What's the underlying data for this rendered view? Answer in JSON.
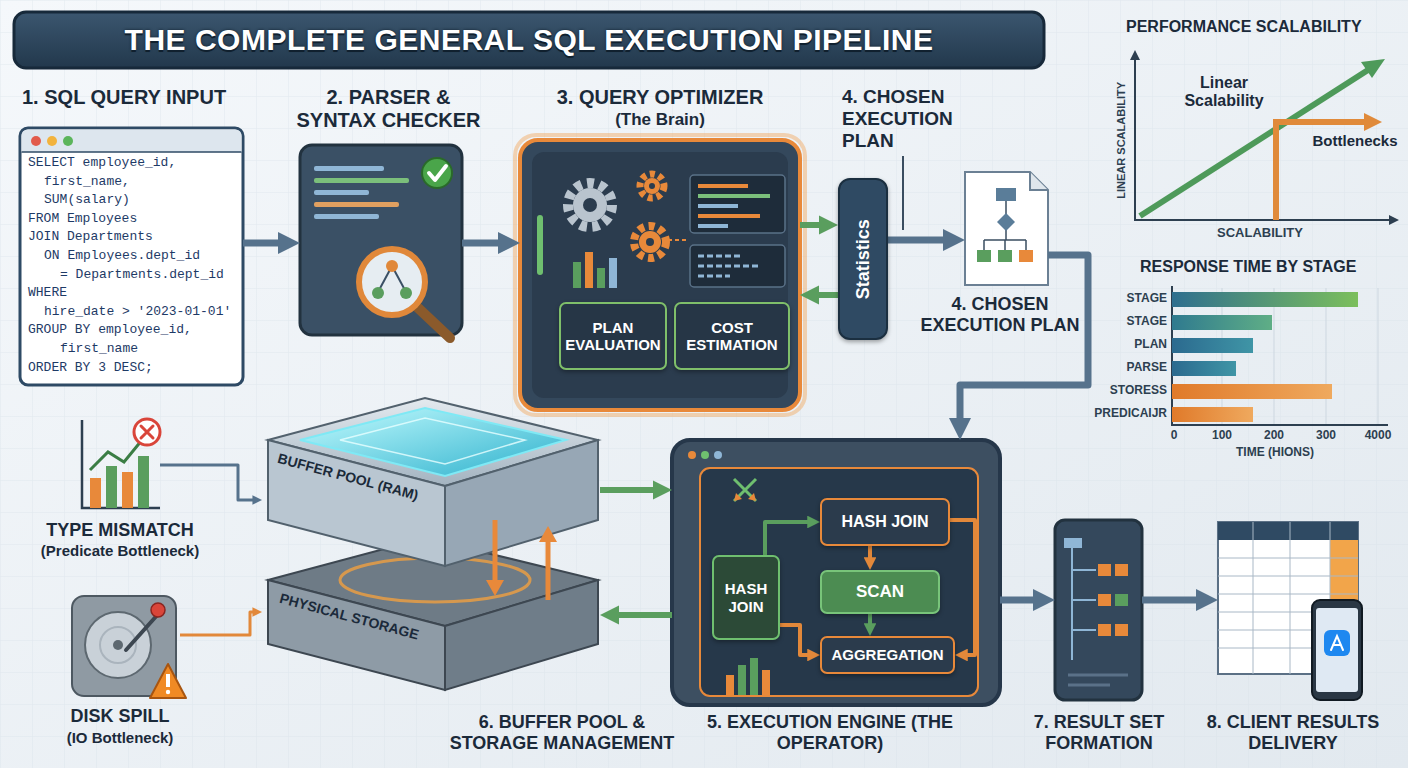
{
  "diagram": {
    "title": "THE COMPLETE GENERAL SQL EXECUTION PIPELINE",
    "nodes": [
      {
        "text": [
          "1. SQL QUERY INPUT",
          "SELECT employee_id,",
          "first_name,",
          "SUM(salary)",
          "FROM Employees",
          "JOIN Departments",
          "ON Employees.dept_id",
          "= Departments.dept_id",
          "WHERE",
          "hire_date > '2023-01-01'",
          "GROUP BY employee_id,",
          "first_name",
          "ORDER BY 3 DESC;"
        ]
      },
      {
        "text": [
          "2. PARSER & SYNTAX CHECKER"
        ]
      },
      {
        "text": [
          "3. QUERY OPTIMIZER",
          "(The Brain)"
        ]
      },
      {
        "text": [
          "PLAN EVALUATION"
        ],
        "in": 2
      },
      {
        "text": [
          "COST ESTIMATION"
        ],
        "in": 2
      },
      {
        "text": [
          "Statistics"
        ]
      },
      {
        "text": [
          "4. CHOSEN EXECUTION PLAN"
        ]
      },
      {
        "text": [
          "TYPE MISMATCH",
          "(Predicate Bottleneck)"
        ]
      },
      {
        "text": [
          "DISK SPILL",
          "(IO Bottleneck)"
        ]
      },
      {
        "text": [
          "BUFFER POOL (RAM)",
          "PHYSICAL STORAGE",
          "6. BUFFER POOL & STORAGE MANAGEMENT"
        ]
      },
      {
        "text": [
          "5. EXECUTION ENGINE (THE OPERATOR)"
        ]
      },
      {
        "text": [
          "HASH JOIN"
        ],
        "in": 10
      },
      {
        "text": [
          "HASH JOIN"
        ],
        "in": 10
      },
      {
        "text": [
          "SCAN"
        ],
        "in": 10
      },
      {
        "text": [
          "AGGREGATION"
        ],
        "in": 10
      },
      {
        "text": [
          "7. RESULT SET FORMATION"
        ]
      },
      {
        "text": [
          "8. CLIENT RESULTS DELIVERY"
        ]
      }
    ],
    "edges": [
      {
        "from": 0,
        "to": 1,
        "arrow": "to"
      },
      {
        "from": 1,
        "to": 2,
        "arrow": "to"
      },
      {
        "from": 2,
        "to": 5,
        "arrow": "to"
      },
      {
        "from": 5,
        "to": 2,
        "arrow": "to"
      },
      {
        "from": 5,
        "to": 6,
        "arrow": "to"
      },
      {
        "from": 6,
        "to": 10,
        "arrow": "to"
      },
      {
        "from": 9,
        "to": 10,
        "arrow": "to"
      },
      {
        "from": 10,
        "to": 9,
        "arrow": "to"
      },
      {
        "from": 10,
        "to": 15,
        "arrow": "to"
      },
      {
        "from": 15,
        "to": 16,
        "arrow": "to"
      },
      {
        "from": 7,
        "to": 9,
        "arrow": "to"
      },
      {
        "from": 8,
        "to": 9,
        "arrow": "to"
      },
      {
        "from": 11,
        "to": 12,
        "arrow": "to"
      },
      {
        "from": 12,
        "to": 13,
        "arrow": "to"
      },
      {
        "from": 13,
        "to": 14,
        "arrow": "to"
      },
      {
        "from": 11,
        "to": 14,
        "arrow": "to"
      },
      {
        "from": 12,
        "to": 14,
        "arrow": "to"
      }
    ],
    "labels": [
      "4. CHOSEN EXECUTION PLAN",
      "PERFORMANCE SCALABILITY",
      "LINEAR SCALABILITY",
      "Linear Scalability",
      "Bottlenecks",
      "SCALABILITY",
      "RESPONSE TIME BY STAGE",
      "STAGE",
      "STAGE",
      "PLAN",
      "PARSE",
      "STORESS",
      "PREDICAIJR",
      "0",
      "100",
      "200",
      "300",
      "4000",
      "TIME (HIONS)"
    ]
  }
}
